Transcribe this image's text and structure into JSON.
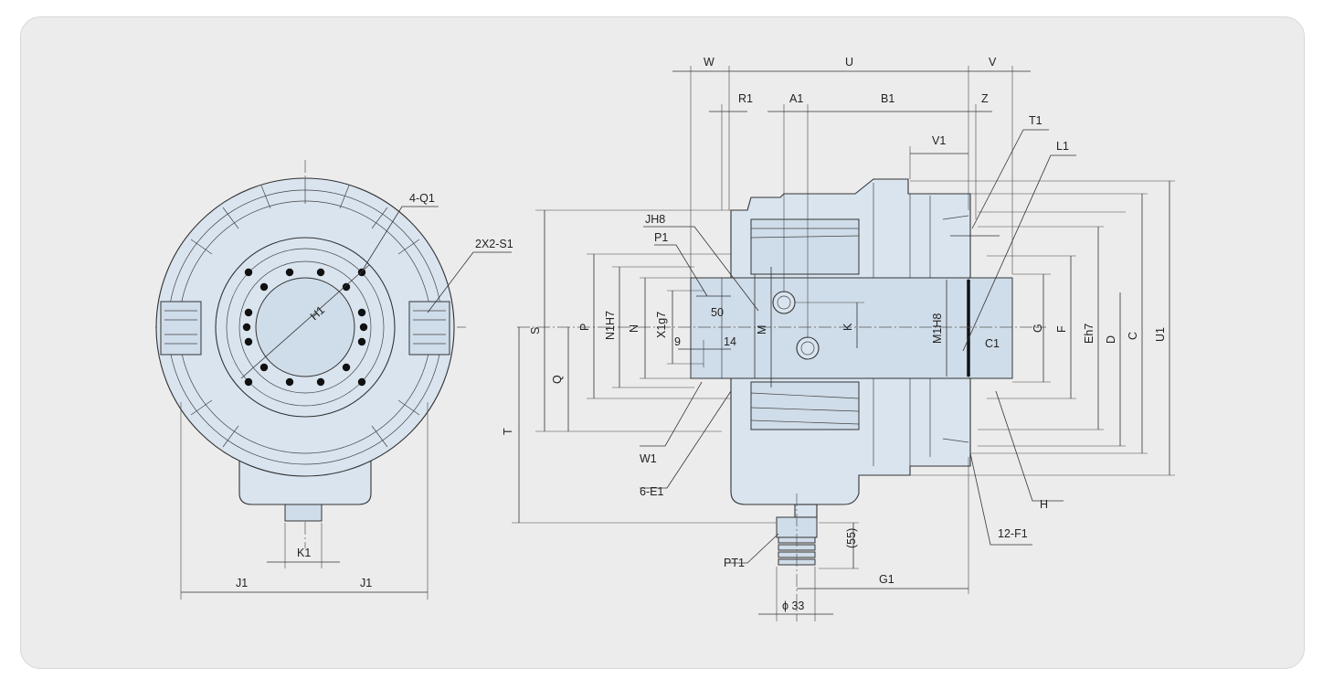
{
  "labels": {
    "w": "W",
    "u": "U",
    "v": "V",
    "r1": "R1",
    "a1": "A1",
    "b1": "B1",
    "z": "Z",
    "v1": "V1",
    "t1": "T1",
    "l1": "L1",
    "jh8": "JH8",
    "p1": "P1",
    "s": "S",
    "p": "P",
    "q": "Q",
    "t": "T",
    "n1h7": "N1H7",
    "n": "N",
    "x1g7": "X1g7",
    "n50": "50",
    "n9": "9",
    "n14": "14",
    "m": "M",
    "k": "K",
    "m1h8": "M1H8",
    "c1": "C1",
    "g": "G",
    "f": "F",
    "eh7": "Eh7",
    "d": "D",
    "c": "C",
    "u1": "U1",
    "w1": "W1",
    "e1": "6-E1",
    "h": "H",
    "f1": "12-F1",
    "pt1": "PT1",
    "n55": "(55)",
    "g1": "G1",
    "d33": "ϕ 33",
    "q1": "4-Q1",
    "s1": "2X2-S1",
    "h1": "H1",
    "k1": "K1",
    "j1_left": "J1",
    "j1_right": "J1"
  },
  "colors": {
    "panel": "#ececed",
    "part_fill": "#d9e4ef",
    "line": "#333333"
  }
}
